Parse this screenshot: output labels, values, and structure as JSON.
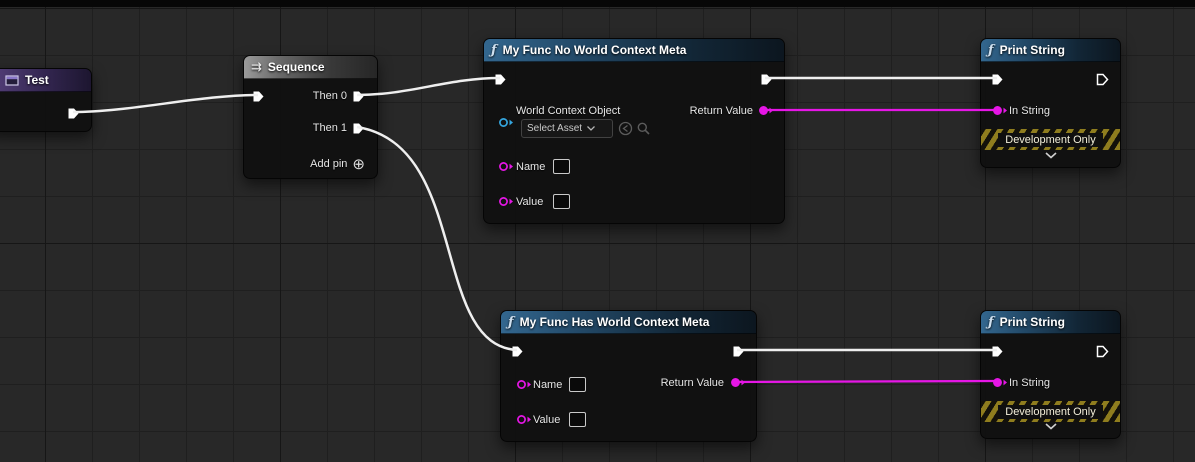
{
  "colors": {
    "exec_wire": "#efefef",
    "exec_pin": "#ffffff",
    "string_wire": "#e616e6",
    "string_pin": "#e616e6",
    "object_pin": "#35a7e0"
  },
  "nodes": {
    "test": {
      "title": "Test"
    },
    "sequence": {
      "title": "Sequence",
      "then0": "Then 0",
      "then1": "Then 1",
      "add_pin": "Add pin"
    },
    "func_no_wcm": {
      "title": "My Func No World Context Meta",
      "world_context": "World Context Object",
      "select_asset": "Select Asset",
      "name": "Name",
      "value": "Value",
      "return_value": "Return Value"
    },
    "func_has_wcm": {
      "title": "My Func Has World Context Meta",
      "name": "Name",
      "value": "Value",
      "return_value": "Return Value"
    },
    "print_string": {
      "title": "Print String",
      "in_string": "In String",
      "dev_only": "Development Only"
    }
  }
}
